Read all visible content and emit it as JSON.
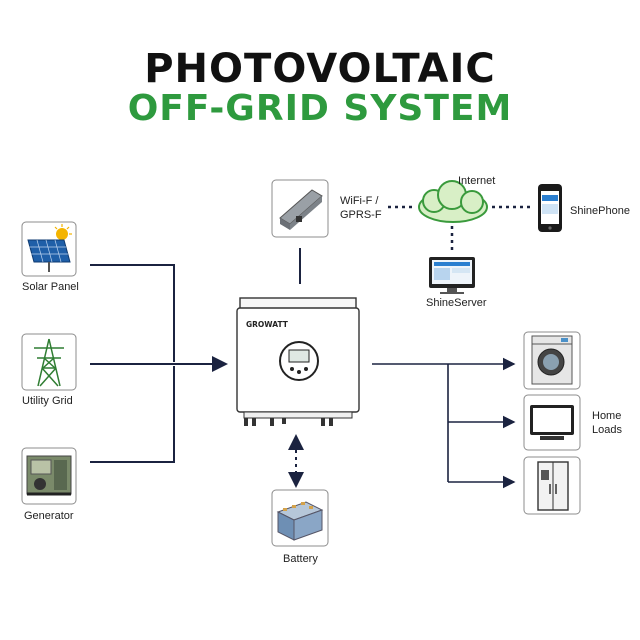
{
  "title": {
    "line1": "PHOTOVOLTAIC",
    "line2": "OFF-GRID SYSTEM"
  },
  "colors": {
    "title_dark": "#111111",
    "title_green": "#2e9a3e",
    "line": "#1b2340"
  },
  "inputs": {
    "solar_panel": "Solar Panel",
    "utility_grid": "Utility Grid",
    "generator": "Generator"
  },
  "communication": {
    "wifi_line1": "WiFi-F /",
    "wifi_line2": "GPRS-F",
    "internet": "Internet",
    "shine_phone": "ShinePhone",
    "shine_server": "ShineServer"
  },
  "inverter": {
    "brand": "GROWATT"
  },
  "storage": {
    "battery": "Battery"
  },
  "outputs": {
    "home_loads_line1": "Home",
    "home_loads_line2": "Loads"
  },
  "icons": [
    "solar-panel-icon",
    "utility-tower-icon",
    "generator-icon",
    "wifi-dongle-icon",
    "cloud-icon",
    "smartphone-icon",
    "monitor-icon",
    "inverter-icon",
    "battery-icon",
    "washing-machine-icon",
    "tv-icon",
    "refrigerator-icon"
  ]
}
